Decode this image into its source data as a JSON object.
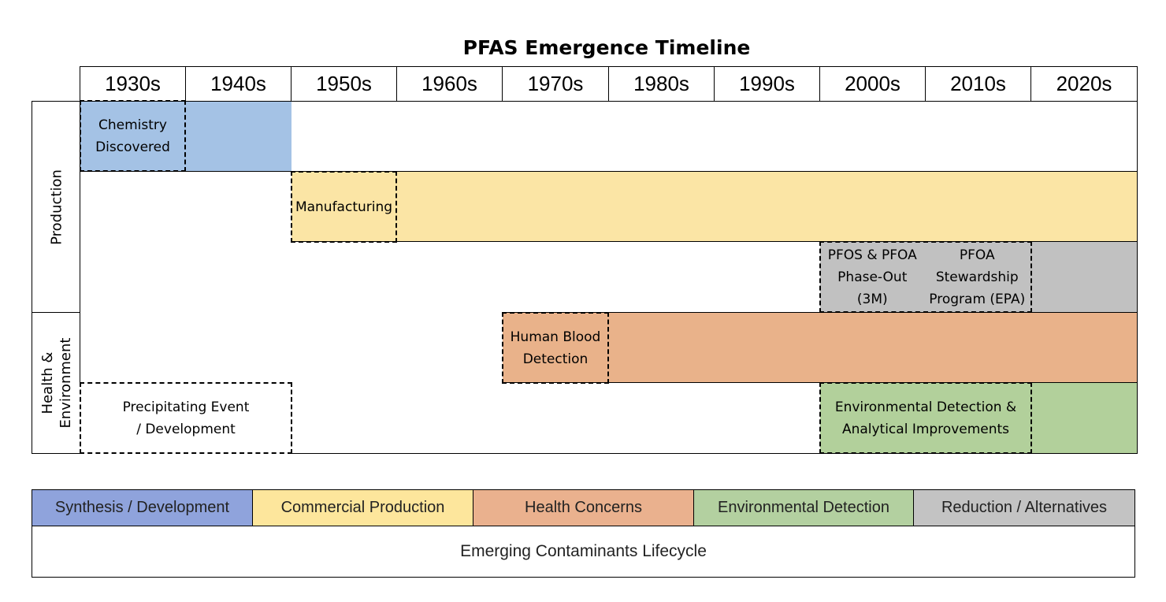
{
  "title": "PFAS Emergence Timeline",
  "decades": [
    "1930s",
    "1940s",
    "1950s",
    "1960s",
    "1970s",
    "1980s",
    "1990s",
    "2000s",
    "2010s",
    "2020s"
  ],
  "rows": {
    "production": "Production",
    "health_environment_line1": "Health &",
    "health_environment_line2": "Environment"
  },
  "events": {
    "chemistry_discovered": "Chemistry Discovered",
    "manufacturing": "Manufacturing",
    "pfos_pfoa_phaseout": "PFOS & PFOA Phase-Out (3M)",
    "pfoa_stewardship": "PFOA Stewardship Program (EPA)",
    "human_blood_detection": "Human Blood Detection",
    "precipitating_event": "Precipitating Event / Development",
    "environmental_detection": "Environmental Detection & Analytical Improvements"
  },
  "legend": {
    "items": [
      "Synthesis / Development",
      "Commercial Production",
      "Health Concerns",
      "Environmental Detection",
      "Reduction / Alternatives"
    ],
    "colors": [
      "#8fa3dc",
      "#fde69c",
      "#eab18e",
      "#b3d0a0",
      "#c3c3c3"
    ],
    "footer": "Emerging Contaminants Lifecycle"
  }
}
